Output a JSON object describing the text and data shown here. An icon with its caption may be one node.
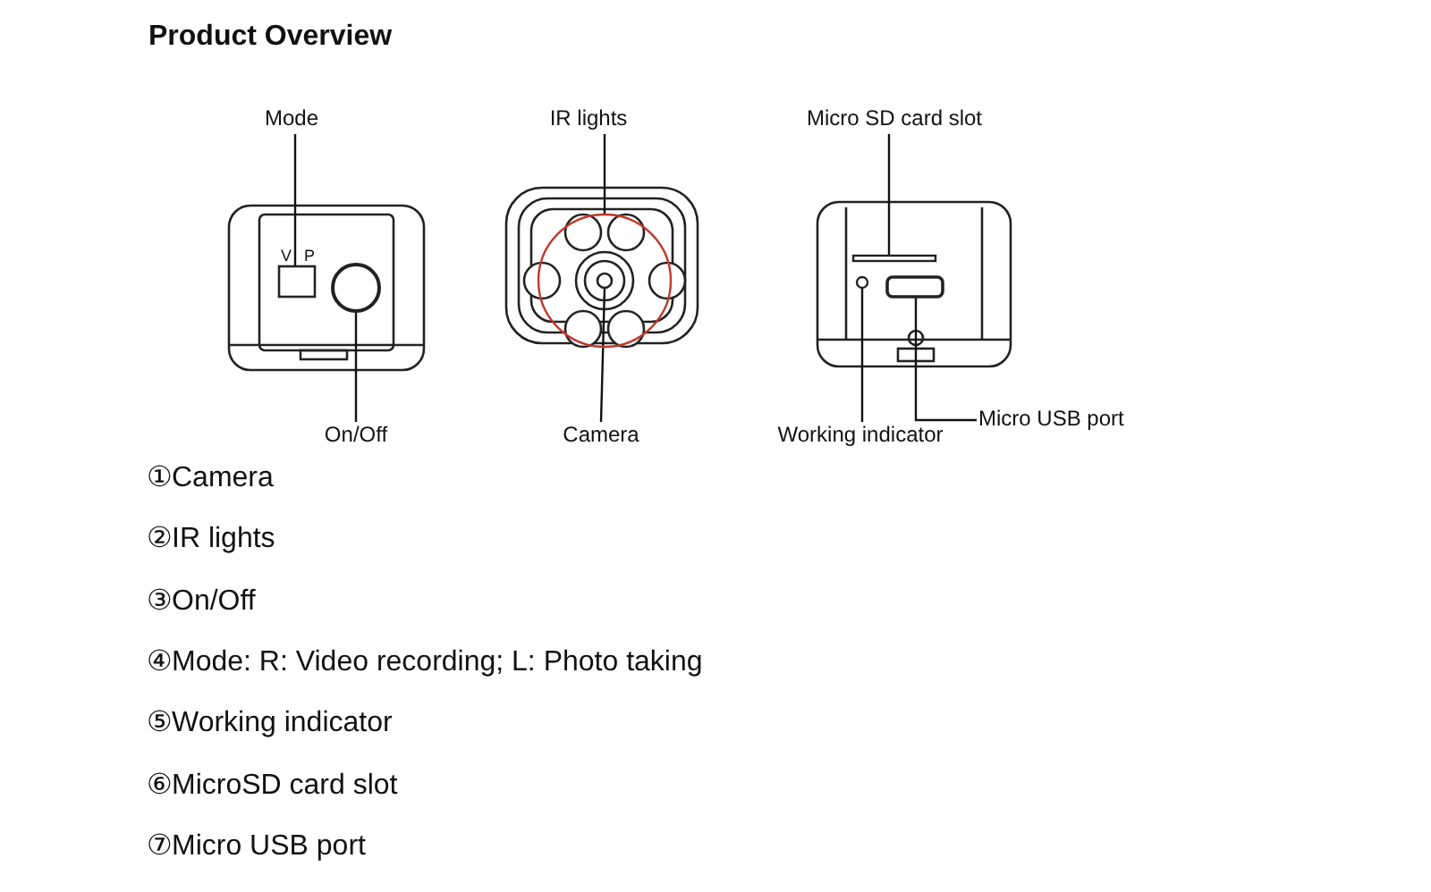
{
  "diagram": {
    "title": "Product Overview",
    "nodes": [
      {
        "text": [
          "Mode"
        ]
      },
      {
        "text": [],
        "shape": "box"
      },
      {
        "text": [
          "On/Off"
        ]
      },
      {
        "text": [],
        "shape": "circle"
      },
      {
        "text": [
          "IR lights"
        ]
      },
      {
        "text": [],
        "shape": "circle"
      },
      {
        "text": [
          "Camera"
        ]
      },
      {
        "text": [],
        "shape": "circle",
        "in": 5
      },
      {
        "text": [
          "Micro SD card slot"
        ]
      },
      {
        "text": [],
        "shape": "bar"
      },
      {
        "text": [
          "Working indicator"
        ]
      },
      {
        "text": [],
        "shape": "circle"
      },
      {
        "text": [
          "Micro USB port"
        ]
      },
      {
        "text": [],
        "shape": "box"
      }
    ],
    "edges": [
      {
        "from": 0,
        "to": 1,
        "arrow": "none"
      },
      {
        "from": 2,
        "to": 3,
        "arrow": "none"
      },
      {
        "from": 4,
        "to": 5,
        "arrow": "none"
      },
      {
        "from": 6,
        "to": 7,
        "arrow": "none"
      },
      {
        "from": 8,
        "to": 9,
        "arrow": "none"
      },
      {
        "from": 10,
        "to": 11,
        "arrow": "none"
      },
      {
        "from": 12,
        "to": 13,
        "arrow": "none"
      }
    ],
    "labels": [
      "V",
      "P",
      "①Camera",
      "②IR lights",
      "③On/Off",
      "④Mode: R: Video recording; L: Photo taking",
      "⑤Working indicator",
      "⑥MicroSD card slot",
      "⑦Micro USB port"
    ]
  }
}
